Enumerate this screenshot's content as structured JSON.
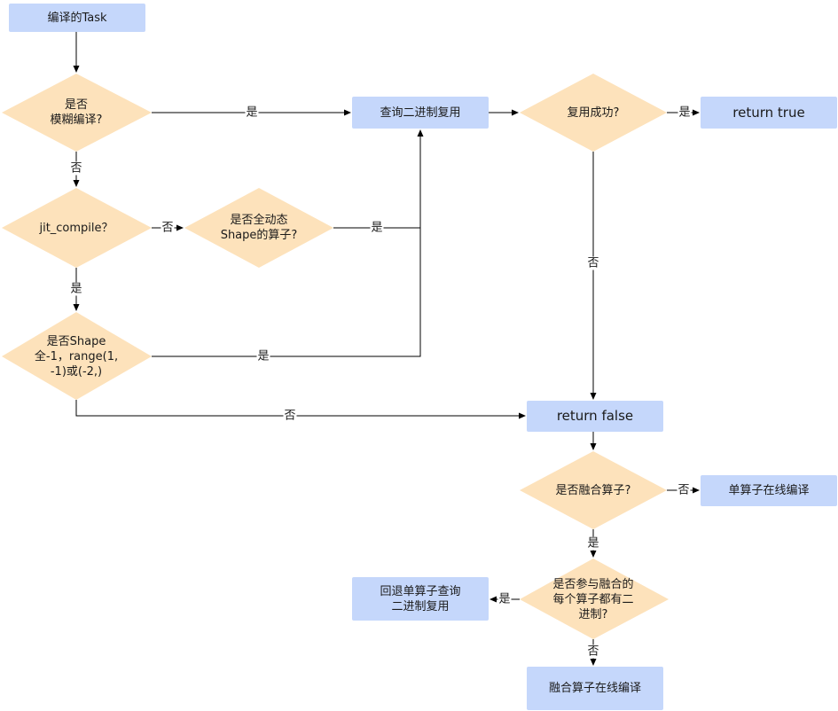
{
  "nodes": {
    "compile_task": "编译的Task",
    "is_fuzzy": "是否\n模糊编译?",
    "query_binary": "查询二进制复用",
    "reuse_ok": "复用成功?",
    "return_true": "return true",
    "jit_compile": "jit_compile？",
    "full_dynamic": "是否全动态\nShape的算子?",
    "shape_check": "是否Shape\n全-1，range(1,\n-1)或(-2,)",
    "return_false": "return false",
    "is_fused": "是否融合算子?",
    "single_online": "单算子在线编译",
    "all_have_binary": "是否参与融合的\n每个算子都有二\n进制?",
    "fallback_single": "回退单算子查询\n二进制复用",
    "fused_online": "融合算子在线编译"
  },
  "edge_labels": {
    "yes_fuzzy": "是",
    "yes_reuse": "是",
    "no_fuzzy": "否",
    "no_jit": "否",
    "yes_dynamic": "是",
    "yes_jit": "是",
    "yes_shape": "是",
    "no_shape": "否",
    "no_reuse": "否",
    "no_fused": "否",
    "yes_fused": "是",
    "yes_binary": "是",
    "no_binary": "否"
  },
  "colors": {
    "rect_fill": "#c5d7fb",
    "diamond_fill": "#fde2bb",
    "edge": "#000000"
  }
}
